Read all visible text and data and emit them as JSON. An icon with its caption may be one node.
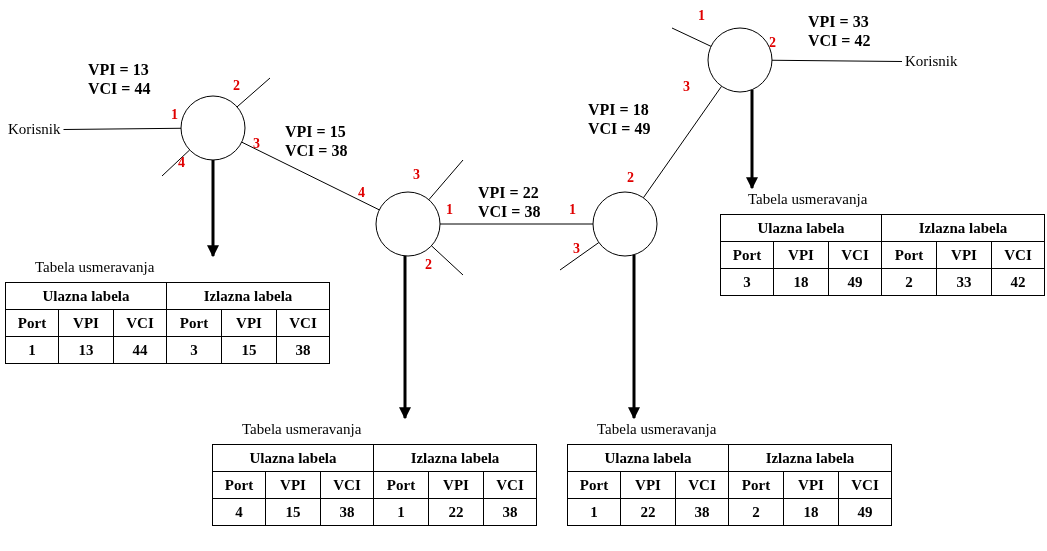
{
  "diagram": {
    "nodes": [
      {
        "text": [
          "Korisnik"
        ]
      },
      {
        "text": [],
        "shape": "circle"
      },
      {
        "text": [],
        "shape": "circle"
      },
      {
        "text": [],
        "shape": "circle"
      },
      {
        "text": [],
        "shape": "circle"
      },
      {
        "text": [
          "Korisnik"
        ]
      },
      {
        "text": [
          "Tabela usmeravanja",
          "Ulazna labela",
          "Izlazna labela",
          "Port",
          "VPI",
          "VCI",
          "Port",
          "VPI",
          "VCI",
          "3",
          "18",
          "49",
          "2",
          "33",
          "42"
        ]
      },
      {
        "text": [
          "Tabela usmeravanja",
          "Ulazna labela",
          "Izlazna labela",
          "Port",
          "VPI",
          "VCI",
          "Port",
          "VPI",
          "VCI",
          "1",
          "13",
          "44",
          "3",
          "15",
          "38"
        ]
      },
      {
        "text": [
          "Tabela usmeravanja",
          "Ulazna labela",
          "Izlazna labela",
          "Port",
          "VPI",
          "VCI",
          "Port",
          "VPI",
          "VCI",
          "4",
          "15",
          "38",
          "1",
          "22",
          "38"
        ]
      },
      {
        "text": [
          "Tabela usmeravanja",
          "Ulazna labela",
          "Izlazna labela",
          "Port",
          "VPI",
          "VCI",
          "Port",
          "VPI",
          "VCI",
          "1",
          "22",
          "38",
          "2",
          "18",
          "49"
        ]
      }
    ],
    "edges": [
      {
        "from": 0,
        "to": 1,
        "arrow": "none",
        "label": "VPI = 13 VCI = 44"
      },
      {
        "from": 1,
        "to": null,
        "arrow": "none"
      },
      {
        "from": 1,
        "to": null,
        "arrow": "none"
      },
      {
        "from": 1,
        "to": 2,
        "arrow": "none",
        "label": "VPI = 15 VCI = 38"
      },
      {
        "from": 2,
        "to": null,
        "arrow": "none"
      },
      {
        "from": 2,
        "to": null,
        "arrow": "none"
      },
      {
        "from": 2,
        "to": 3,
        "arrow": "none",
        "label": "VPI = 22 VCI = 38"
      },
      {
        "from": 3,
        "to": null,
        "arrow": "none"
      },
      {
        "from": 3,
        "to": 4,
        "arrow": "none",
        "label": "VPI = 18 VCI = 49"
      },
      {
        "from": 4,
        "to": null,
        "arrow": "none"
      },
      {
        "from": 4,
        "to": 5,
        "arrow": "none",
        "label": "VPI = 33 VCI = 42"
      },
      {
        "from": 1,
        "to": 7,
        "arrow": "to",
        "style": "thick"
      },
      {
        "from": 2,
        "to": 8,
        "arrow": "to",
        "style": "thick"
      },
      {
        "from": 3,
        "to": 9,
        "arrow": "to",
        "style": "thick"
      },
      {
        "from": 4,
        "to": 6,
        "arrow": "to",
        "style": "thick"
      }
    ],
    "labels": [
      "1",
      "2",
      "2",
      "1",
      "3",
      "3",
      "4",
      "3",
      "4",
      "2",
      "1",
      "1",
      "2",
      "3"
    ]
  }
}
